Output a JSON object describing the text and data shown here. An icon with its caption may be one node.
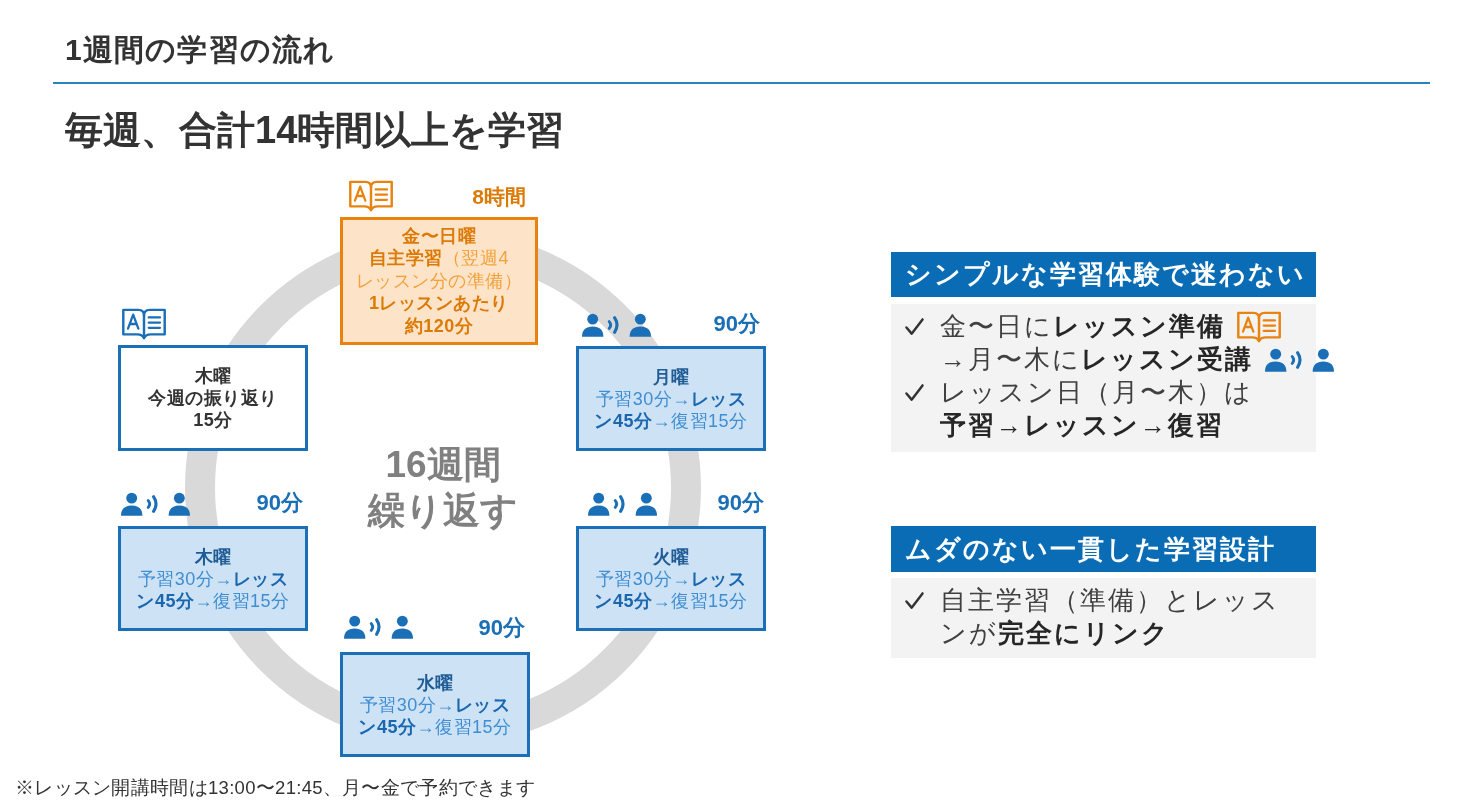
{
  "diagram": {
    "title": "1週間の学習の流れ",
    "nodes": [
      {
        "text": [
          "金〜日曜",
          "**自主学習**（翌週4レッスン分の準備）",
          "1レッスンあたり約120分"
        ],
        "beside": [
          "8時間"
        ]
      },
      {
        "text": [
          "月曜",
          "予習30分→**レッスン45分**→復習15分"
        ],
        "beside": [
          "90分"
        ]
      },
      {
        "text": [
          "火曜",
          "予習30分→**レッスン45分**→復習15分"
        ],
        "beside": [
          "90分"
        ]
      },
      {
        "text": [
          "水曜",
          "予習30分→**レッスン45分**→復習15分"
        ],
        "beside": [
          "90分"
        ]
      },
      {
        "text": [
          "木曜",
          "予習30分→**レッスン45分**→復習15分"
        ],
        "beside": [
          "90分"
        ]
      },
      {
        "text": [
          "木曜",
          "今週の振り返り",
          "15分"
        ]
      },
      {
        "text": [
          "16週間繰り返す"
        ]
      },
      {
        "text": [
          "シンプルな学習体験で迷わない",
          "金〜日に**レッスン準備**→月〜木に**レッスン受講**",
          "レッスン日（月〜木）は**予習→レッスン→復習**"
        ]
      },
      {
        "text": [
          "ムダのない一貫した学習設計",
          "自主学習（準備）とレッスンが**完全にリンク**"
        ]
      }
    ],
    "labels": [
      "毎週、合計14時間以上を学習",
      "※レッスン開講時間は13:00〜21:45、月〜金で予約できます"
    ]
  }
}
